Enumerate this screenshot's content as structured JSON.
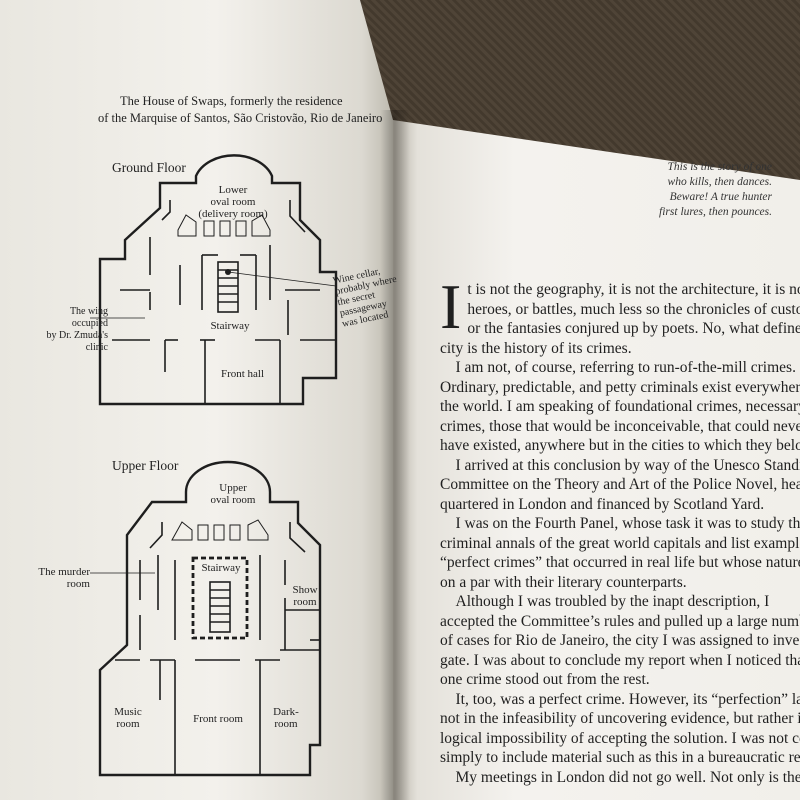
{
  "left_page": {
    "title_lines": [
      "The House of Swaps, formerly the residence",
      "of the Marquise of Santos, São Cristovão, Rio de Janeiro"
    ],
    "ground_floor": {
      "heading": "Ground Floor",
      "rooms": {
        "lower_oval": [
          "Lower",
          "oval room",
          "(delivery room)"
        ],
        "wing": [
          "The wing",
          "occupied",
          "by Dr. Zmuda's",
          "clinic"
        ],
        "stairway": "Stairway",
        "front_hall": "Front hall",
        "wine_cellar": [
          "Wine cellar,",
          "probably where",
          "the secret",
          "passageway",
          "was located"
        ]
      }
    },
    "upper_floor": {
      "heading": "Upper Floor",
      "rooms": {
        "upper_oval": [
          "Upper",
          "oval room"
        ],
        "murder_room": [
          "The murder",
          "room"
        ],
        "stairway": "Stairway",
        "show_room": [
          "Show",
          "room"
        ],
        "music_room": [
          "Music",
          "room"
        ],
        "front_room": "Front room",
        "dark_room": [
          "Dark-",
          "room"
        ]
      }
    }
  },
  "right_page": {
    "epigraph": [
      "This is the story of one",
      "who kills, then dances.",
      "Beware! A true hunter",
      "first lures, then pounces."
    ],
    "drop_cap": "I",
    "first_para_lines": [
      "t is not the geography, it is not the architecture, it is not the",
      "heroes, or battles, much less so the chronicles of customs,",
      "or the fantasies conjured up by poets. No, what defines a"
    ],
    "body_lines": [
      "city is the history of its crimes.",
      "I am not, of course, referring to run-of-the-mill crimes.",
      "Ordinary, predictable, and petty criminals exist everywhere in",
      "the world. I am speaking of foundational crimes, necessary",
      "crimes, those that would be inconceivable, that could never",
      "have existed, anywhere but in the cities to which they belong.",
      "I arrived at this conclusion by way of the Unesco Standing",
      "Committee on the Theory and Art of the Police Novel, head-",
      "quartered in London and financed by Scotland Yard.",
      "I was on the Fourth Panel, whose task it was to study the",
      "criminal annals of the great world capitals and list examples of",
      "“perfect crimes” that occurred in real life but whose nature was",
      "on a par with their literary counterparts.",
      "Although I was troubled by the inapt description, I",
      "accepted the Committee’s rules and pulled up a large number",
      "of cases for Rio de Janeiro, the city I was assigned to investi-",
      "gate. I was about to conclude my report when I noticed that",
      "one crime stood out from the rest.",
      "It, too, was a perfect crime. However, its “perfection” la",
      "not in the infeasibility of uncovering evidence, but rather in th",
      "logical impossibility of accepting the solution. I was not conte",
      "simply to include material such as this in a bureaucratic repo",
      "My meetings in London did not go well. Not only is the c"
    ],
    "indent_lines": [
      1,
      6,
      9,
      13,
      18,
      22
    ]
  }
}
